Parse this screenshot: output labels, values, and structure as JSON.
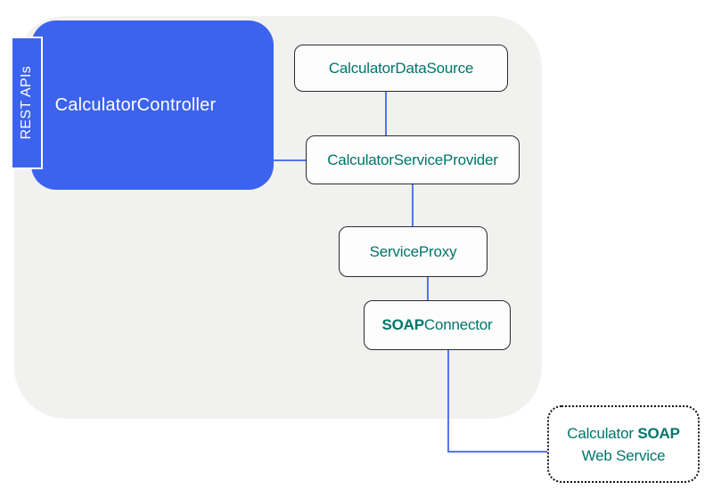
{
  "colors": {
    "controller_blue": "#3c63ee",
    "connector_line_blue": "#5474ee",
    "label_teal": "#00756b",
    "panel_gray": "#f1f2f0",
    "box_border_dark": "#2b2b2b"
  },
  "nodes": {
    "rest_apis": {
      "label": "REST APIs"
    },
    "controller": {
      "label": "CalculatorController"
    },
    "data_source": {
      "label": "CalculatorDataSource"
    },
    "service_provider": {
      "label": "CalculatorServiceProvider"
    },
    "service_proxy": {
      "label": "ServiceProxy"
    },
    "soap_connector": {
      "label_bold": "SOAP",
      "label_rest": "Connector"
    },
    "soap_web_service": {
      "line1_text": "Calculator",
      "line1_bold": "SOAP",
      "line2_text": "Web Service"
    }
  }
}
